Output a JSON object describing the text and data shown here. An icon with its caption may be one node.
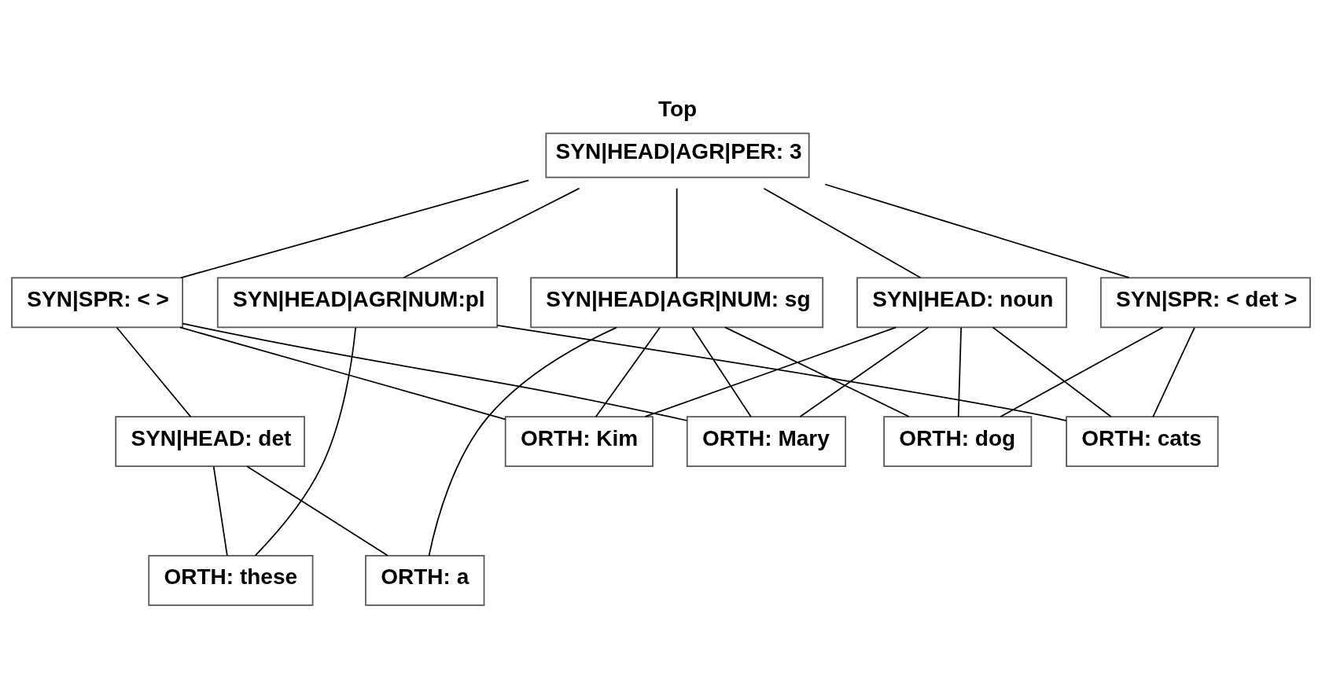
{
  "diagram": {
    "nodes": [
      {
        "text": [
          "Top",
          "SYN|HEAD|AGR|PER: 3"
        ]
      },
      {
        "text": [
          "SYN|SPR: < >"
        ]
      },
      {
        "text": [
          "SYN|HEAD|AGR|NUM:pl"
        ]
      },
      {
        "text": [
          "SYN|HEAD|AGR|NUM: sg"
        ]
      },
      {
        "text": [
          "SYN|HEAD: noun"
        ]
      },
      {
        "text": [
          "SYN|HEAD: det"
        ]
      },
      {
        "text": [
          "SYN|SPR: < det >"
        ]
      },
      {
        "text": [
          "ORTH: these"
        ]
      },
      {
        "text": [
          "ORTH: a"
        ]
      },
      {
        "text": [
          "ORTH: Kim"
        ]
      },
      {
        "text": [
          "ORTH: Mary"
        ]
      },
      {
        "text": [
          "ORTH: dog"
        ]
      },
      {
        "text": [
          "ORTH: cats"
        ]
      }
    ],
    "edges": [
      {
        "from": 0,
        "to": 1,
        "arrow": "none"
      },
      {
        "from": 0,
        "to": 2,
        "arrow": "none"
      },
      {
        "from": 0,
        "to": 3,
        "arrow": "none"
      },
      {
        "from": 0,
        "to": 4,
        "arrow": "none"
      },
      {
        "from": 0,
        "to": 6,
        "arrow": "none"
      },
      {
        "from": 1,
        "to": 5,
        "arrow": "none"
      },
      {
        "from": 1,
        "to": 9,
        "arrow": "none"
      },
      {
        "from": 1,
        "to": 10,
        "arrow": "none"
      },
      {
        "from": 2,
        "to": 7,
        "arrow": "none"
      },
      {
        "from": 2,
        "to": 12,
        "arrow": "none"
      },
      {
        "from": 3,
        "to": 8,
        "arrow": "none"
      },
      {
        "from": 3,
        "to": 9,
        "arrow": "none"
      },
      {
        "from": 3,
        "to": 10,
        "arrow": "none"
      },
      {
        "from": 3,
        "to": 11,
        "arrow": "none"
      },
      {
        "from": 4,
        "to": 9,
        "arrow": "none"
      },
      {
        "from": 4,
        "to": 10,
        "arrow": "none"
      },
      {
        "from": 4,
        "to": 11,
        "arrow": "none"
      },
      {
        "from": 4,
        "to": 12,
        "arrow": "none"
      },
      {
        "from": 5,
        "to": 7,
        "arrow": "none"
      },
      {
        "from": 5,
        "to": 8,
        "arrow": "none"
      },
      {
        "from": 6,
        "to": 11,
        "arrow": "none"
      },
      {
        "from": 6,
        "to": 12,
        "arrow": "none"
      }
    ]
  }
}
